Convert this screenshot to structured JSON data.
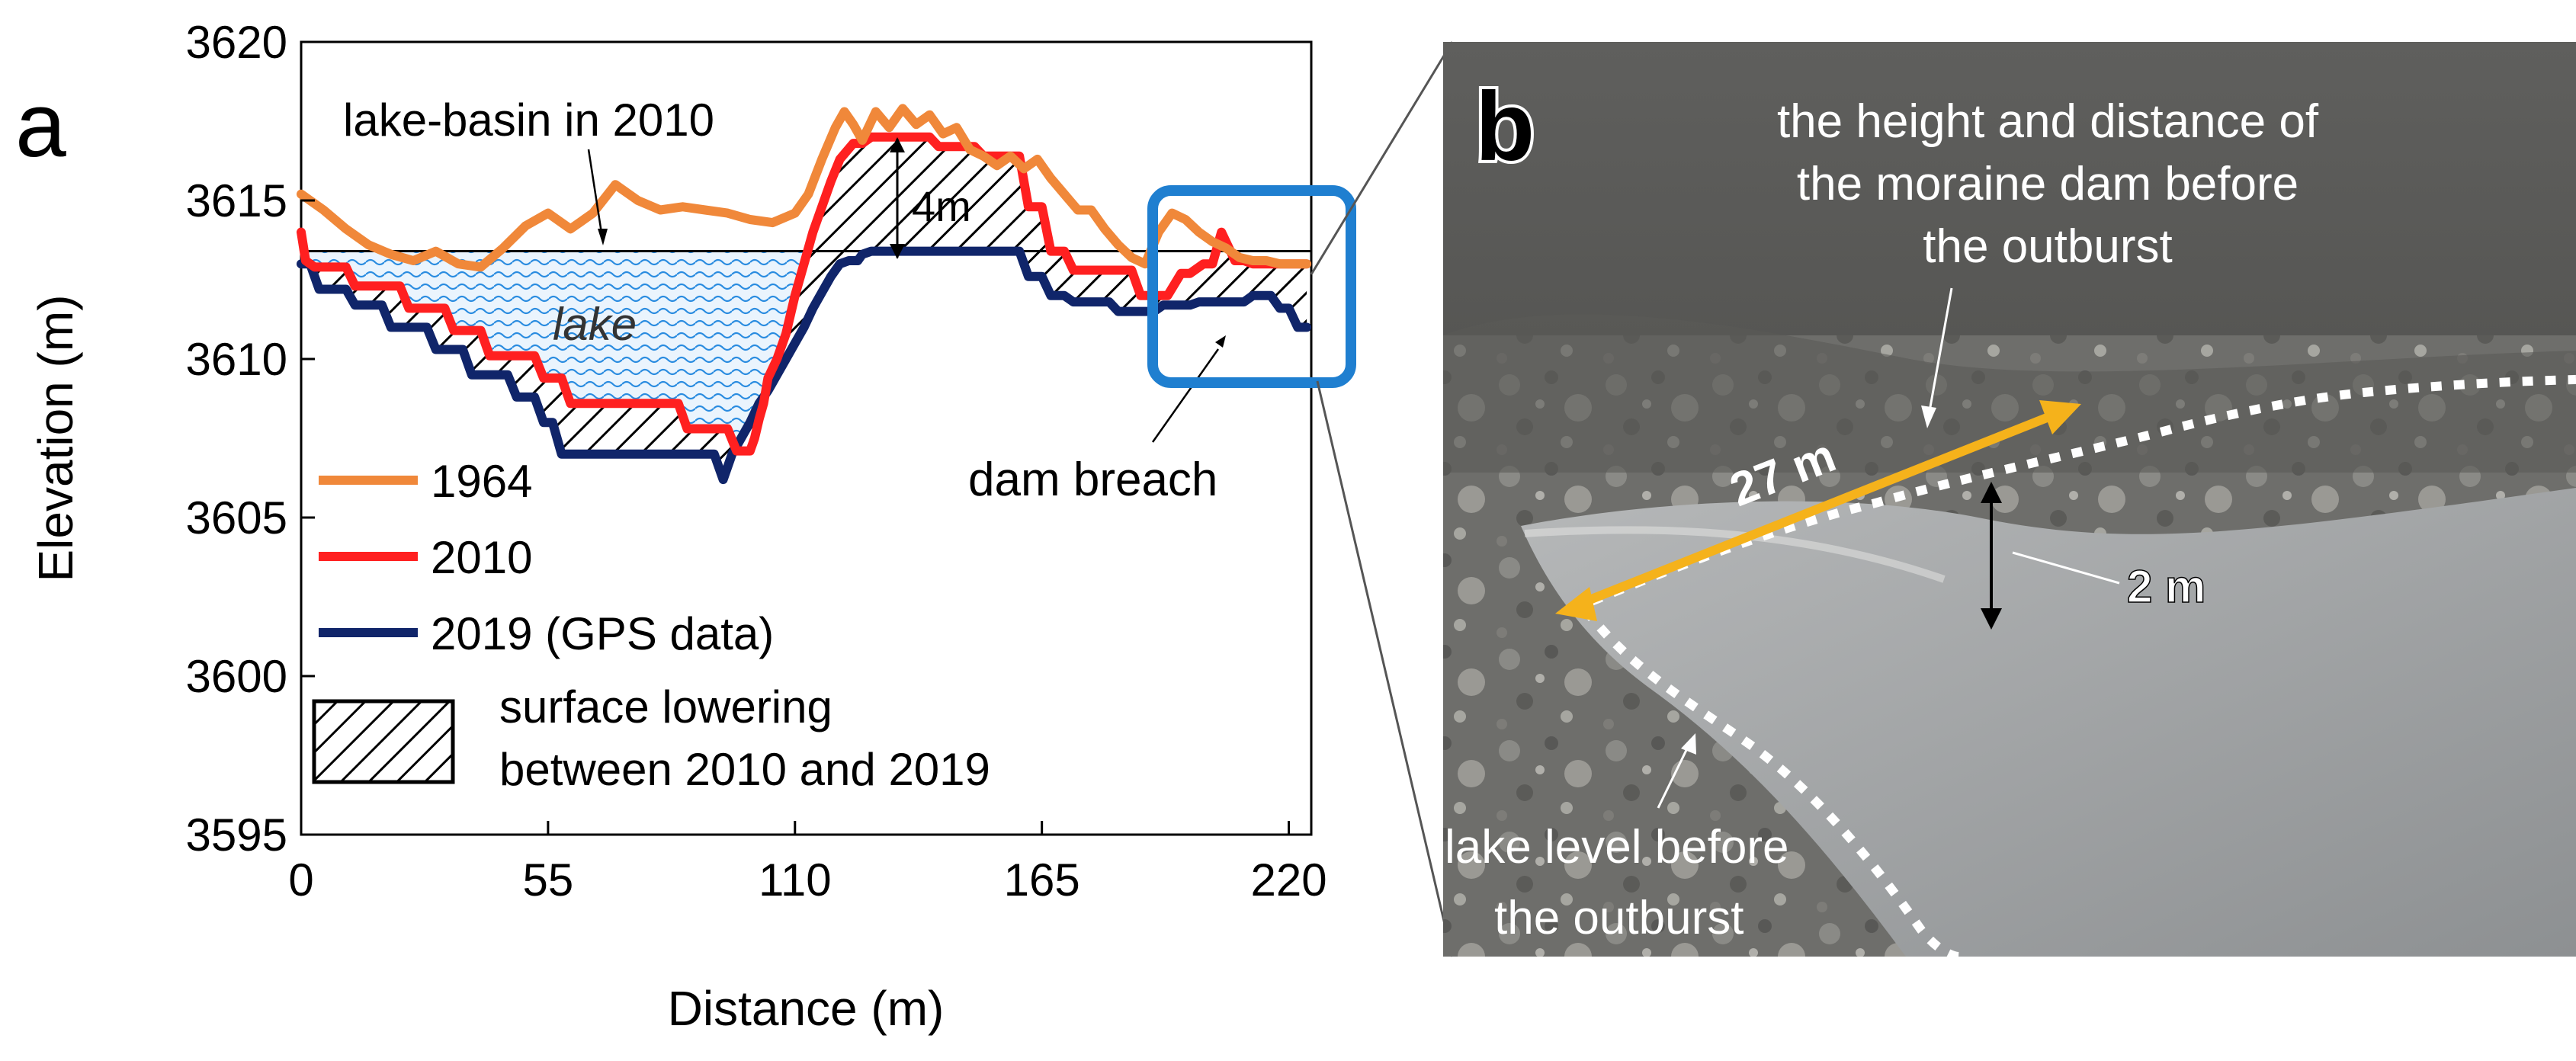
{
  "panel_a": {
    "letter": "a",
    "chart_data": {
      "type": "line",
      "xlabel": "Distance (m)",
      "ylabel": "Elevation (m)",
      "xlim": [
        0,
        225
      ],
      "ylim": [
        3595,
        3620
      ],
      "x_ticks": [
        0,
        55,
        110,
        165,
        220
      ],
      "y_ticks": [
        3595,
        3600,
        3605,
        3610,
        3615,
        3620
      ],
      "grid": false,
      "legend_position": "bottom-left",
      "lake_level": 3613.4,
      "series": [
        {
          "name": "1964",
          "color": "#f0883a",
          "x": [
            0,
            5,
            10,
            15,
            20,
            25,
            30,
            35,
            40,
            45,
            50,
            55,
            60,
            65,
            70,
            75,
            80,
            85,
            90,
            95,
            100,
            105,
            110,
            113,
            116,
            119,
            121,
            123,
            125,
            128,
            131,
            134,
            137,
            140,
            143,
            146,
            149,
            152,
            155,
            158,
            161,
            164,
            167,
            170,
            173,
            176,
            179,
            182,
            185,
            188,
            191,
            194,
            197,
            200,
            203,
            206,
            209,
            212,
            215,
            218,
            221,
            224
          ],
          "y": [
            3615.2,
            3614.7,
            3614.1,
            3613.6,
            3613.3,
            3613.1,
            3613.4,
            3613.0,
            3612.9,
            3613.5,
            3614.2,
            3614.6,
            3614.1,
            3614.6,
            3615.5,
            3615.0,
            3614.7,
            3614.8,
            3614.7,
            3614.6,
            3614.4,
            3614.3,
            3614.6,
            3615.2,
            3616.3,
            3617.3,
            3617.8,
            3617.4,
            3616.9,
            3617.8,
            3617.3,
            3617.9,
            3617.4,
            3617.7,
            3617.1,
            3617.3,
            3616.6,
            3616.4,
            3616.1,
            3616.4,
            3616.0,
            3616.3,
            3615.7,
            3615.2,
            3614.7,
            3614.7,
            3614.1,
            3613.6,
            3613.2,
            3613.0,
            3614.0,
            3614.6,
            3614.4,
            3614.0,
            3613.7,
            3613.5,
            3613.2,
            3613.1,
            3613.1,
            3613.0,
            3613.0,
            3613.0
          ]
        },
        {
          "name": "2010",
          "color": "#ff2020",
          "x": [
            0,
            1,
            3,
            10,
            12,
            22,
            24,
            32,
            34,
            40,
            42,
            52,
            54,
            58,
            60,
            84,
            86,
            95,
            97,
            100,
            101,
            102,
            103,
            104,
            106,
            108,
            110,
            112,
            114,
            116,
            118,
            120,
            123,
            125,
            127,
            130,
            132,
            140,
            142,
            150,
            152,
            160,
            162,
            165,
            167,
            170,
            172,
            185,
            187,
            193,
            196,
            198,
            201,
            203,
            205,
            208,
            210,
            212,
            216,
            218,
            224
          ],
          "y": [
            3614.0,
            3613.1,
            3612.9,
            3612.9,
            3612.3,
            3612.3,
            3611.6,
            3611.6,
            3610.9,
            3610.9,
            3610.1,
            3610.1,
            3609.4,
            3609.4,
            3608.6,
            3608.6,
            3607.8,
            3607.8,
            3607.1,
            3607.1,
            3607.5,
            3608.1,
            3608.6,
            3609.4,
            3610.0,
            3610.8,
            3612.0,
            3613.0,
            3614.0,
            3614.8,
            3615.6,
            3616.3,
            3616.8,
            3616.8,
            3617.0,
            3617.0,
            3617.0,
            3617.0,
            3616.7,
            3616.7,
            3616.4,
            3616.4,
            3614.8,
            3614.8,
            3613.4,
            3613.4,
            3612.8,
            3612.8,
            3612.0,
            3612.0,
            3612.7,
            3612.7,
            3613.0,
            3613.0,
            3614.0,
            3613.1,
            3613.1,
            3613.0,
            3613.0,
            3613.0,
            3613.0
          ]
        },
        {
          "name": "2019 (GPS data)",
          "color": "#10256a",
          "x": [
            0,
            2,
            4,
            10,
            12,
            18,
            20,
            28,
            30,
            36,
            38,
            46,
            48,
            52,
            54,
            56,
            58,
            84,
            86,
            92,
            94,
            96,
            98,
            100,
            102,
            104,
            106,
            108,
            110,
            112,
            114,
            116,
            118,
            120,
            122,
            124,
            125,
            127,
            130,
            132,
            150,
            152,
            160,
            162,
            165,
            167,
            170,
            172,
            180,
            182,
            190,
            192,
            198,
            200,
            210,
            212,
            216,
            218,
            220,
            222,
            224
          ],
          "y": [
            3613.0,
            3613.0,
            3612.2,
            3612.2,
            3611.7,
            3611.7,
            3611.0,
            3611.0,
            3610.3,
            3610.3,
            3609.5,
            3609.5,
            3608.8,
            3608.8,
            3608.0,
            3608.0,
            3607.0,
            3607.0,
            3607.0,
            3607.0,
            3606.2,
            3607.0,
            3607.5,
            3608.0,
            3608.6,
            3609.0,
            3609.5,
            3610.0,
            3610.5,
            3611.0,
            3611.6,
            3612.1,
            3612.6,
            3613.0,
            3613.1,
            3613.1,
            3613.3,
            3613.4,
            3613.4,
            3613.4,
            3613.4,
            3613.4,
            3613.4,
            3612.6,
            3612.6,
            3612.0,
            3612.0,
            3611.8,
            3611.8,
            3611.5,
            3611.5,
            3611.7,
            3611.7,
            3611.8,
            3611.8,
            3612.0,
            3612.0,
            3611.6,
            3611.6,
            3611.0,
            3611.0
          ]
        }
      ],
      "legend_extra": "surface lowering between 2010 and 2019",
      "annotations": [
        "lake-basin in 2010",
        "lake",
        "4m",
        "dam breach"
      ]
    },
    "legend": {
      "s1964": "1964",
      "s2010": "2010",
      "s2019": "2019 (GPS data)",
      "hatch_line1": "surface lowering",
      "hatch_line2": "between 2010 and 2019"
    },
    "annotations": {
      "lake_basin": "lake-basin in 2010",
      "lake": "lake",
      "height": "4m",
      "dam_breach": "dam breach"
    },
    "colors": {
      "highlight_box": "#1f7fd0",
      "lake_fill": "#e8f3fc",
      "lake_wave": "#2a8ce0"
    }
  },
  "panel_b": {
    "letter": "b",
    "caption_top_1": "the height and distance of",
    "caption_top_2": "the moraine dam before",
    "caption_top_3": "the outburst",
    "distance_label": "27 m",
    "height_label": "2 m",
    "caption_bottom_1": "lake level before",
    "caption_bottom_2": "the outburst",
    "colors": {
      "distance_arrow": "#f5b21b",
      "dashed_line": "#ffffff"
    }
  }
}
